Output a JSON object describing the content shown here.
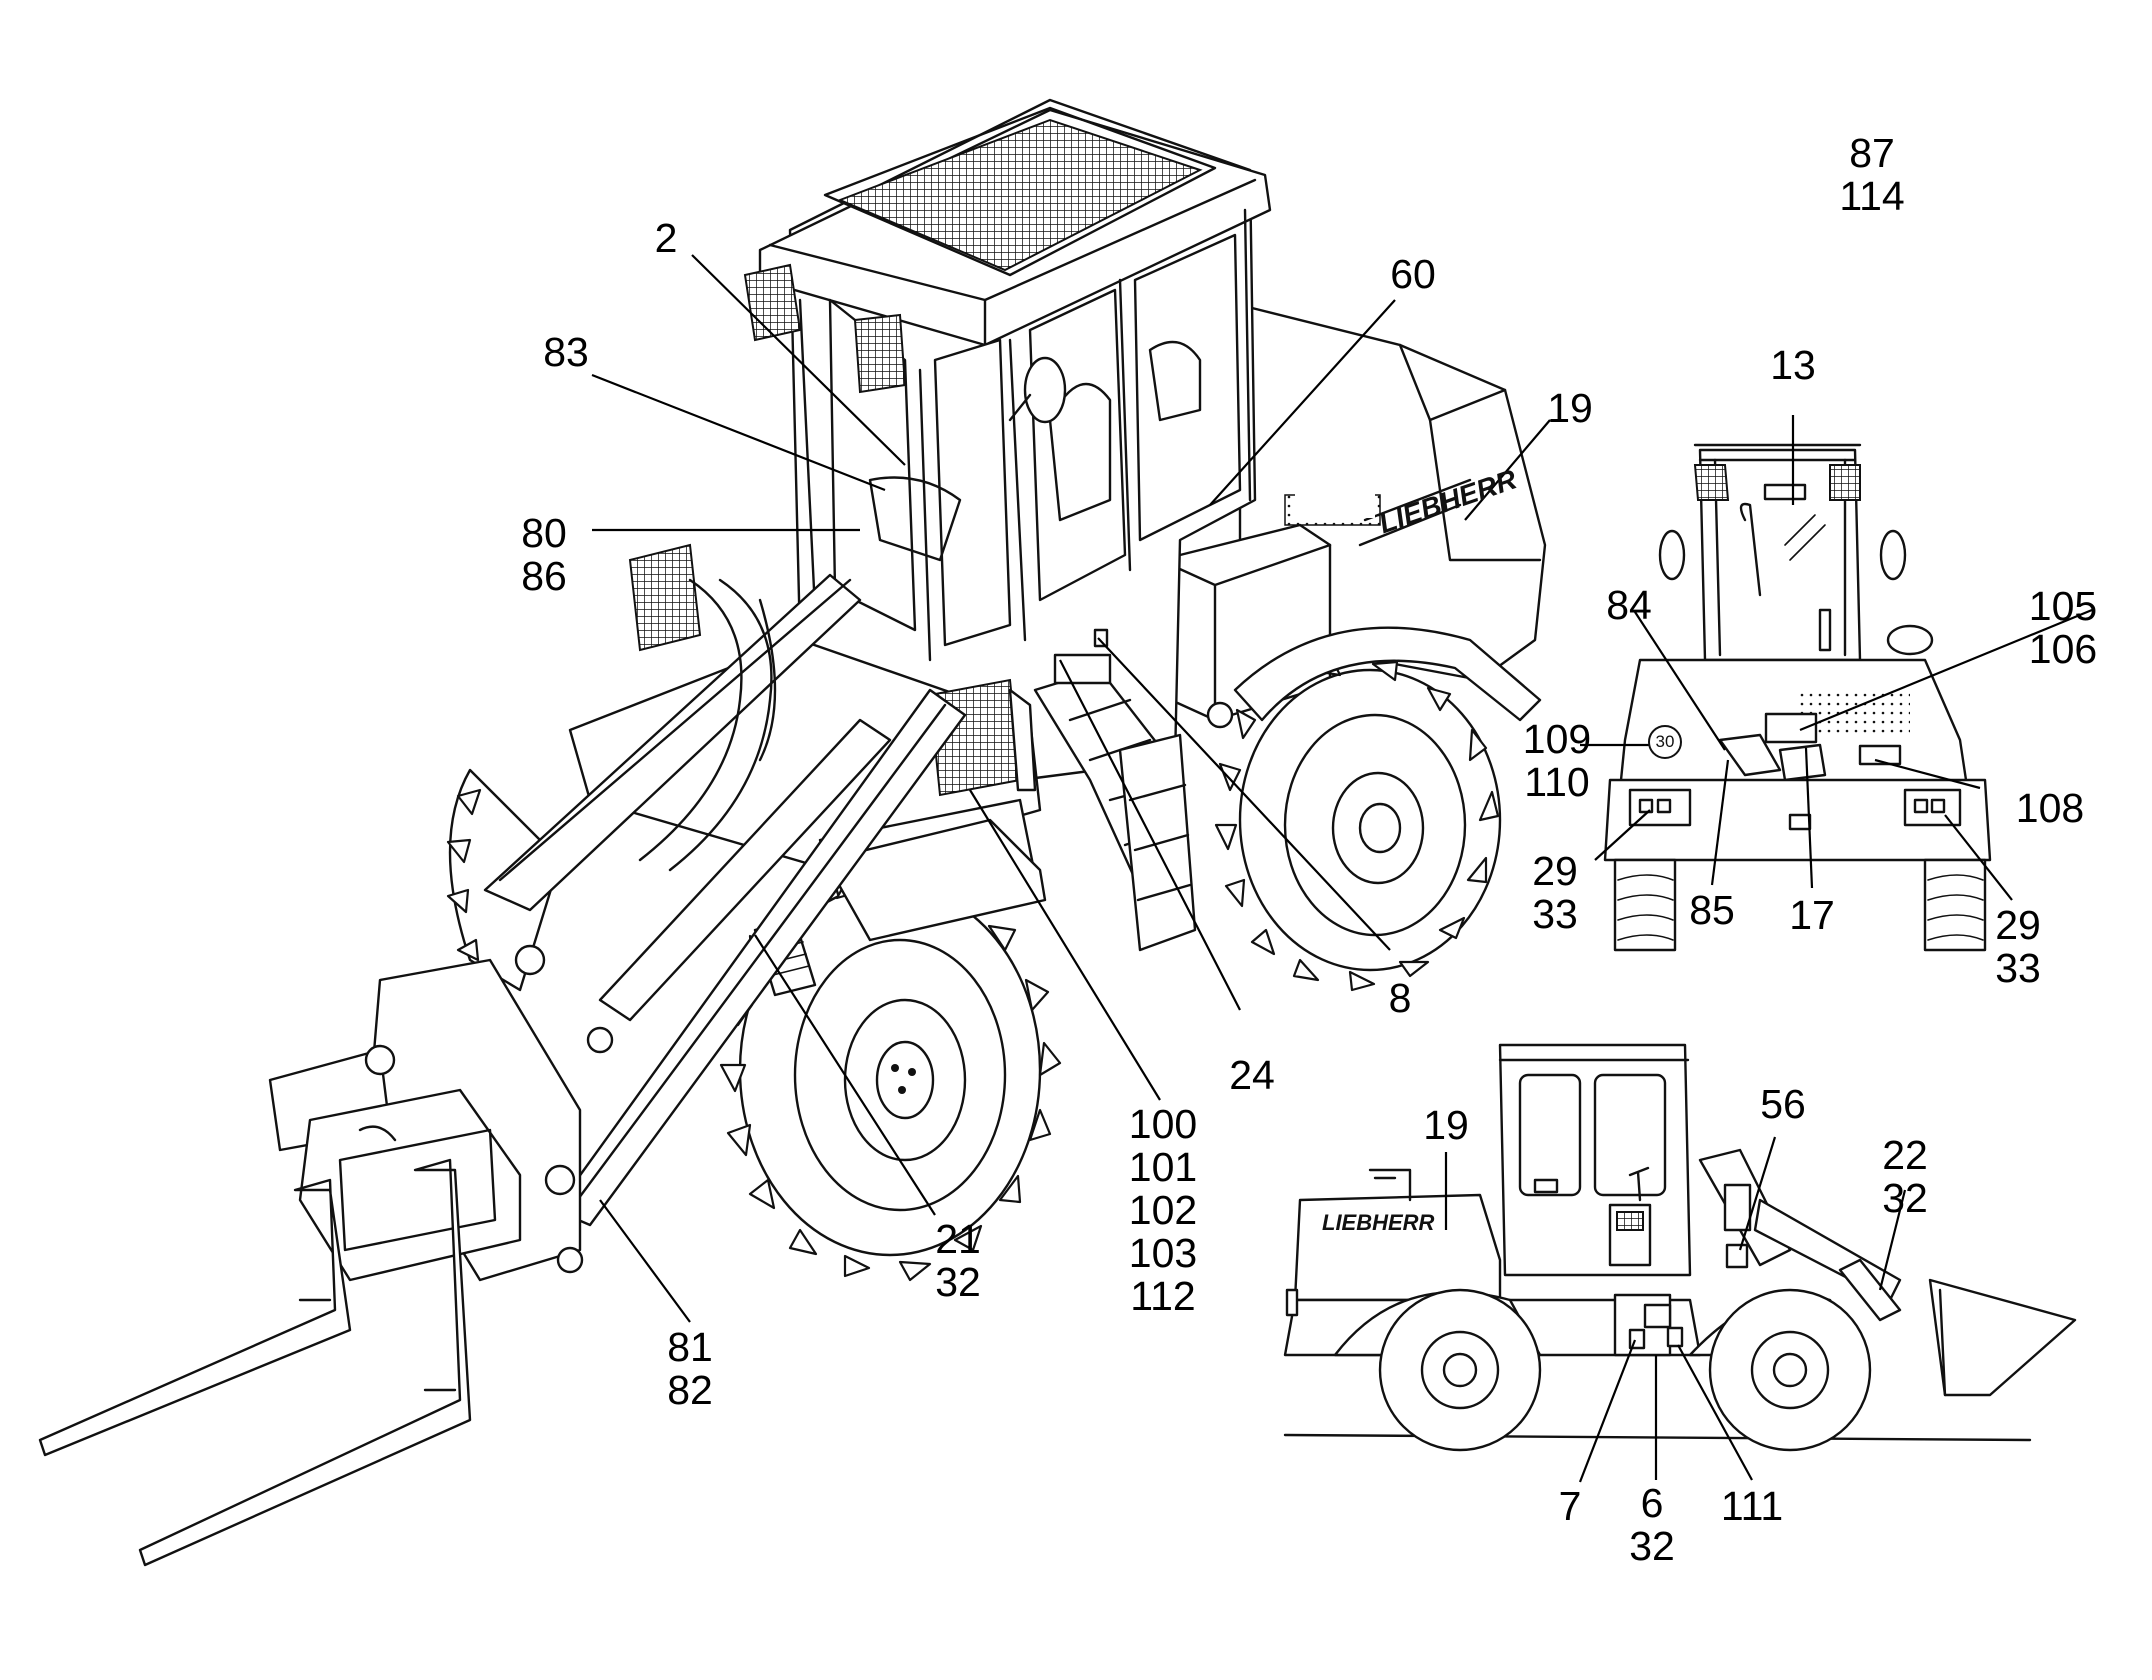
{
  "diagram": {
    "main_view": {
      "brand_text": "LIEBHERR",
      "callouts": {
        "c2": "2",
        "c83": "83",
        "c80_86": [
          "80",
          "86"
        ],
        "c60": "60",
        "c19": "19",
        "c8": "8",
        "c24": "24",
        "c100_112": [
          "100",
          "101",
          "102",
          "103",
          "112"
        ],
        "c21_32": [
          "21",
          "32"
        ],
        "c81_82": [
          "81",
          "82"
        ]
      }
    },
    "header_callouts": [
      "87",
      "114"
    ],
    "rear_view": {
      "speed_badge": "30",
      "callouts": {
        "c13": "13",
        "c84": "84",
        "c105_106": [
          "105",
          "106"
        ],
        "c109_110": [
          "109",
          "110"
        ],
        "c108": "108",
        "c29_33_left": [
          "29",
          "33"
        ],
        "c85": "85",
        "c17": "17",
        "c29_33_right": [
          "29",
          "33"
        ]
      }
    },
    "side_view": {
      "brand_text": "LIEBHERR",
      "callouts": {
        "c19": "19",
        "c56": "56",
        "c22_32": [
          "22",
          "32"
        ],
        "c7": "7",
        "c6_32": [
          "6",
          "32"
        ],
        "c111": "111"
      }
    }
  }
}
